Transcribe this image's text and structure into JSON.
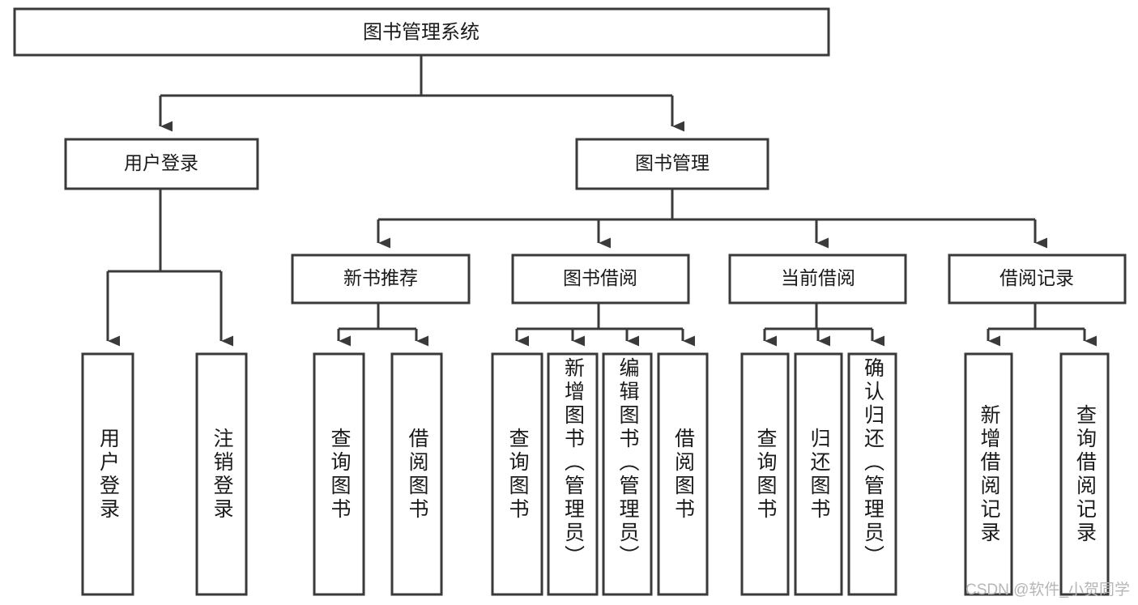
{
  "diagram": {
    "type": "tree",
    "title": "图书管理系统",
    "watermark": "CSDN @软件_小贺同学",
    "colors": {
      "stroke": "#3a3a3a",
      "fill": "#ffffff",
      "text": "#1a1a1a",
      "watermark": "#b6b6b6",
      "background": "#ffffff"
    },
    "levels": {
      "root": {
        "label": "图书管理系统"
      },
      "level2": [
        {
          "label": "用户登录"
        },
        {
          "label": "图书管理"
        }
      ],
      "level3": [
        {
          "label": "新书推荐"
        },
        {
          "label": "图书借阅"
        },
        {
          "label": "当前借阅"
        },
        {
          "label": "借阅记录"
        }
      ],
      "leaves": [
        {
          "label": "用户登录",
          "parent": "用户登录"
        },
        {
          "label": "注销登录",
          "parent": "用户登录"
        },
        {
          "label": "查询图书",
          "parent": "新书推荐"
        },
        {
          "label": "借阅图书",
          "parent": "新书推荐"
        },
        {
          "label": "查询图书",
          "parent": "图书借阅"
        },
        {
          "label": "新增图书（管理员）",
          "parent": "图书借阅"
        },
        {
          "label": "编辑图书（管理员）",
          "parent": "图书借阅"
        },
        {
          "label": "借阅图书",
          "parent": "图书借阅"
        },
        {
          "label": "查询图书",
          "parent": "当前借阅"
        },
        {
          "label": "归还图书",
          "parent": "当前借阅"
        },
        {
          "label": "确认归还（管理员）",
          "parent": "当前借阅"
        },
        {
          "label": "新增借阅记录",
          "parent": "借阅记录"
        },
        {
          "label": "查询借阅记录",
          "parent": "借阅记录"
        }
      ]
    }
  }
}
